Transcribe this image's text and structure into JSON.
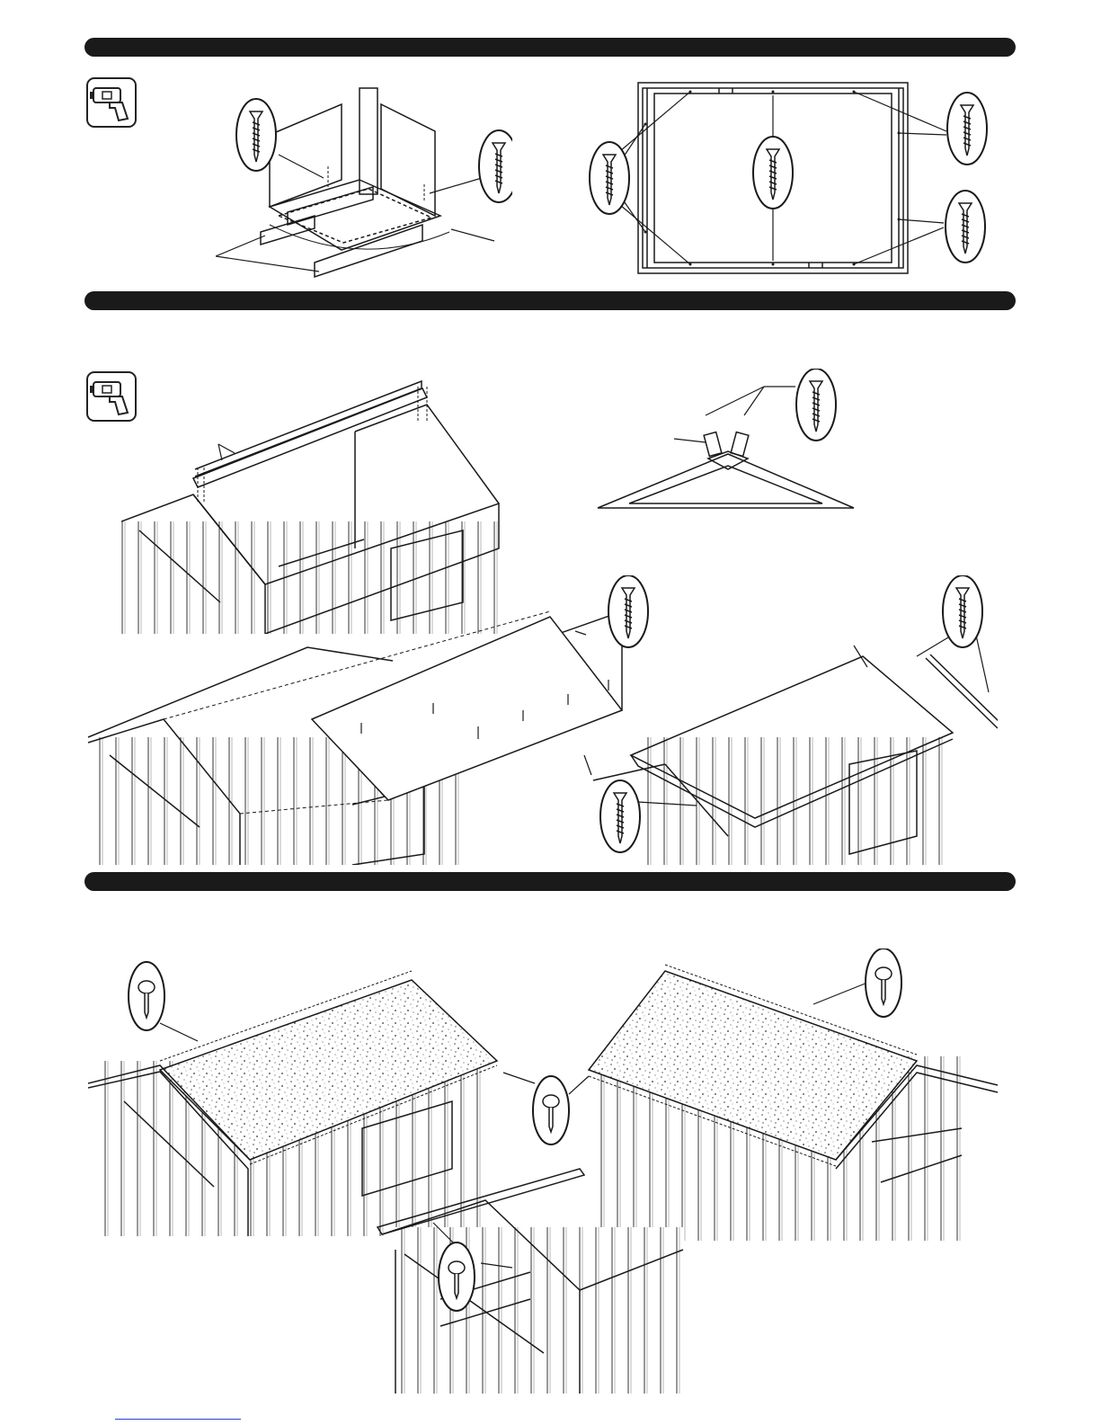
{
  "page": {
    "background": "#ffffff",
    "ink": "#1a1a1a",
    "bar_color": "#1a1a1a",
    "link_color": "#2a3fd6"
  },
  "sections": [
    {
      "id": "floor-frame",
      "tool": "drill-icon",
      "fastener": "screw-icon"
    },
    {
      "id": "roof-frame",
      "tool": "drill-icon",
      "fastener": "screw-icon"
    },
    {
      "id": "roof-felt",
      "fastener": "felt-nail-icon"
    }
  ],
  "icons": {
    "tool": "drill-icon",
    "screw": "screw-icon",
    "nail": "felt-nail-icon"
  }
}
